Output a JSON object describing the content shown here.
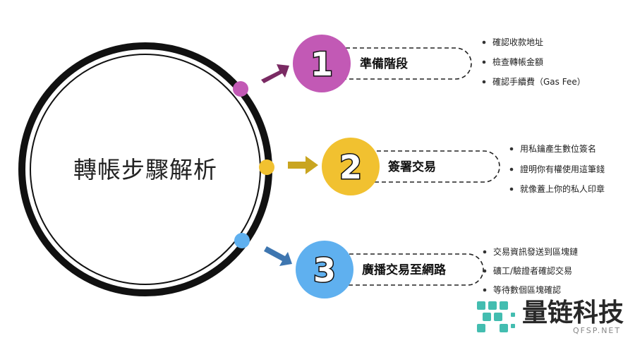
{
  "center": {
    "title": "轉帳步驟解析"
  },
  "steps": [
    {
      "number": "1",
      "title": "準備階段",
      "color": "#c259b5",
      "arrow_color": "#7a2a63",
      "bullets": [
        "確認收款地址",
        "檢查轉帳金額",
        "確認手續費（Gas Fee）"
      ]
    },
    {
      "number": "2",
      "title": "簽署交易",
      "color": "#f1c130",
      "arrow_color": "#c9a520",
      "bullets": [
        "用私鑰產生數位簽名",
        "證明你有權使用這筆錢",
        "就像蓋上你的私人印章"
      ]
    },
    {
      "number": "3",
      "title": "廣播交易至網路",
      "color": "#5fb0ef",
      "arrow_color": "#3e76b0",
      "bullets": [
        "交易資訊發送到區塊鏈",
        "礦工/驗證者確認交易",
        "等待數個區塊確認"
      ]
    }
  ],
  "watermark": {
    "name": "量链科技",
    "url": "QFSP.NET",
    "color": "#2fb6a8"
  }
}
